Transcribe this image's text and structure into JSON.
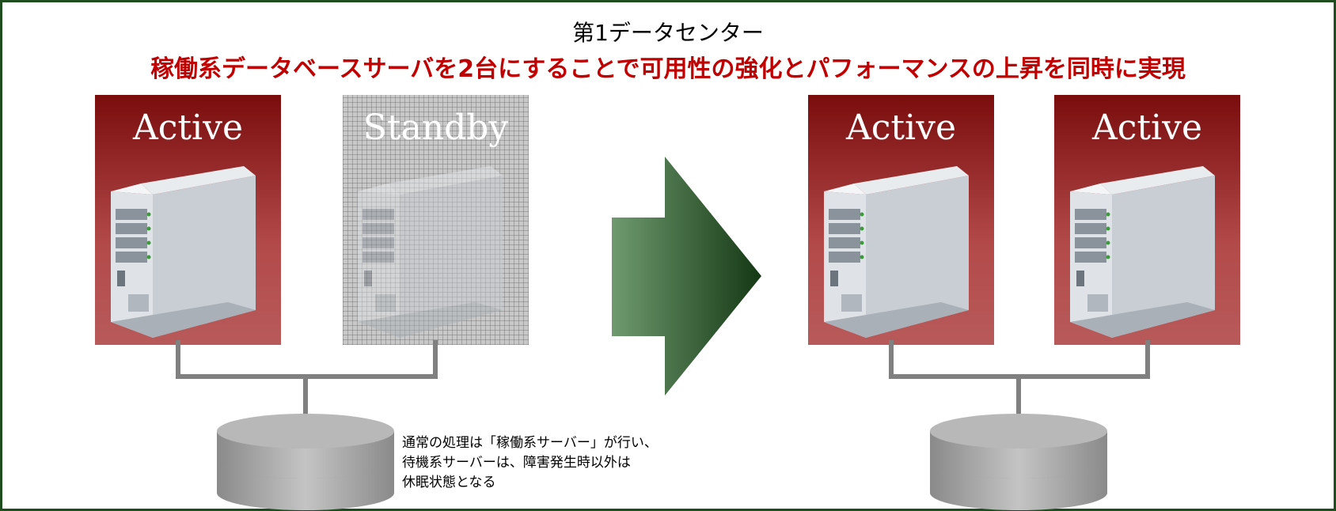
{
  "heading": "第1データセンター",
  "subheading": "稼働系データベースサーバを2台にすることで可用性の強化とパフォーマンスの上昇を同時に実現",
  "before": {
    "left_label": "Active",
    "right_label": "Standby",
    "link_color": "#0a0a5a"
  },
  "after": {
    "left_label": "Active",
    "right_label": "Active",
    "link_color": "#e60000"
  },
  "caption": [
    "通常の処理は「稼働系サーバー」が行い、",
    "待機系サーバーは、障害発生時以外は",
    "休眠状態となる"
  ],
  "colors": {
    "frame": "#1f4d1f",
    "heading_accent": "#c00000",
    "arrow_light": "#6f9a6f",
    "arrow_dark": "#143814",
    "panel_active": "#9a2a2a"
  }
}
